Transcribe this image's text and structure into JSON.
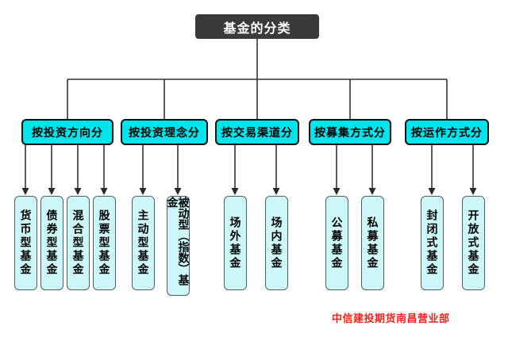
{
  "tree": {
    "root": "基金的分类",
    "groups": [
      {
        "label": "按投资方向分",
        "leaves": [
          "货币型基金",
          "债券型基金",
          "混合型基金",
          "股票型基金"
        ]
      },
      {
        "label": "按投资理念分",
        "leaves": [
          "主动型基金",
          "被动型（指数）基金"
        ]
      },
      {
        "label": "按交易渠道分",
        "leaves": [
          "场外基金",
          "场内基金"
        ]
      },
      {
        "label": "按募集方式分",
        "leaves": [
          "公募基金",
          "私募基金"
        ]
      },
      {
        "label": "按运作方式分",
        "leaves": [
          "封闭式基金",
          "开放式基金"
        ]
      }
    ]
  },
  "footer": {
    "text": "中信建投期货南昌营业部"
  },
  "colors": {
    "root_bg": "#3a3a3a",
    "root_text": "#ffffff",
    "category_bg": "#00e5ec",
    "category_border": "#101010",
    "leaf_bg": "#cdf6f8",
    "leaf_border": "#4f6168",
    "line": "#333333",
    "footer_text": "#f2231d"
  }
}
